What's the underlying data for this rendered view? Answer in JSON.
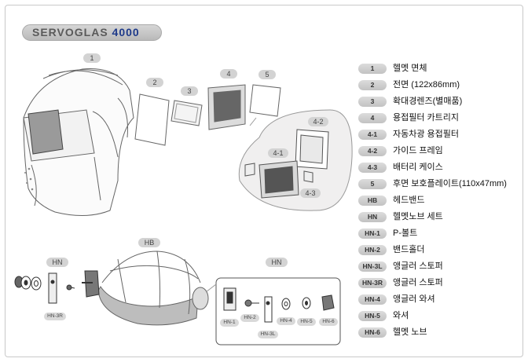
{
  "title": {
    "part1": "SERVOGLAS",
    "part2": "4000"
  },
  "diagram_labels": {
    "helmet": "1",
    "front": "2",
    "magnifier": "3",
    "cartridge": "4",
    "rear_protect": "5",
    "cartridge_sub1": "4-1",
    "cartridge_sub2": "4-2",
    "cartridge_sub3": "4-3",
    "headband": "HB",
    "hn_left": "HN",
    "hn_right": "HN",
    "hn_3r": "HN-3R",
    "hn1": "HN-1",
    "hn2": "HN-2",
    "hn3l": "HN-3L",
    "hn4": "HN-4",
    "hn5": "HN-5",
    "hn6": "HN-6"
  },
  "legend": [
    {
      "code": "1",
      "name": "헬멧 면체"
    },
    {
      "code": "2",
      "name": "전면 (122x86mm)"
    },
    {
      "code": "3",
      "name": "확대경렌즈(별매품)"
    },
    {
      "code": "4",
      "name": "용접필터 카트리지"
    },
    {
      "code": "4-1",
      "name": "자동차광 용접필터"
    },
    {
      "code": "4-2",
      "name": "가이드 프레임"
    },
    {
      "code": "4-3",
      "name": "배터리 케이스"
    },
    {
      "code": "5",
      "name": "후면 보호플레이트(110x47mm)"
    },
    {
      "code": "HB",
      "name": "헤드밴드"
    },
    {
      "code": "HN",
      "name": "헬멧노브 세트"
    },
    {
      "code": "HN-1",
      "name": "P-볼트"
    },
    {
      "code": "HN-2",
      "name": "밴드홀더"
    },
    {
      "code": "HN-3L",
      "name": "앵글러 스토퍼"
    },
    {
      "code": "HN-3R",
      "name": "앵글러 스토퍼"
    },
    {
      "code": "HN-4",
      "name": "앵글러 와셔"
    },
    {
      "code": "HN-5",
      "name": "와셔"
    },
    {
      "code": "HN-6",
      "name": "헬멧 노브"
    }
  ]
}
